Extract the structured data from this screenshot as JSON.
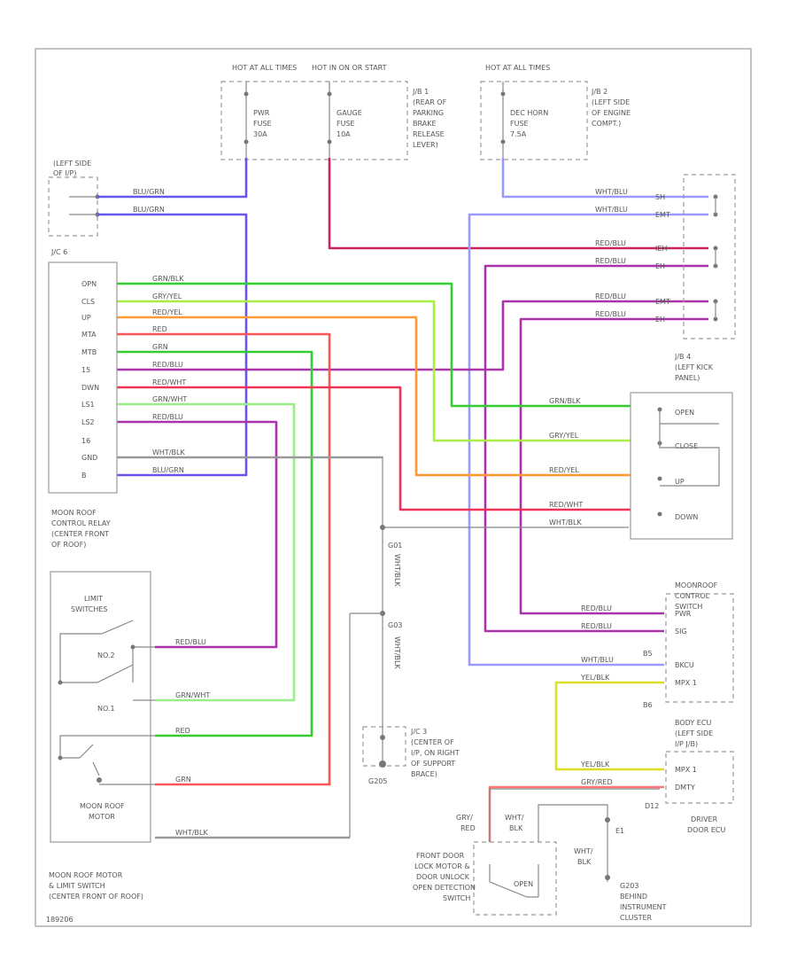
{
  "colors": {
    "blue": "#6655ee",
    "grn": "#33cc33",
    "gry_yel": "#aaee44",
    "orange": "#ff9933",
    "red": "#ff5555",
    "purple": "#aa33aa",
    "magenta": "#cc2266",
    "lightgrn": "#99ee88",
    "gray": "#999999",
    "yellow": "#dddd22",
    "wht_blu": "#9999ff",
    "pink": "#ff7777"
  },
  "top": {
    "hot_at_all_times_1": "HOT AT ALL TIMES",
    "hot_in_on": "HOT IN ON OR START",
    "pwr_fuse": [
      "PWR",
      "FUSE",
      "30A"
    ],
    "gauge_fuse": [
      "GAUGE",
      "FUSE",
      "10A"
    ],
    "jb1": [
      "J/B 1",
      "(REAR OF",
      "PARKING",
      "BRAKE",
      "RELEASE",
      "LEVER)"
    ],
    "hot_at_all_times_2": "HOT AT ALL TIMES",
    "dec_horn": [
      "DEC HORN",
      "FUSE",
      "7.5A"
    ],
    "jb2": [
      "J/B 2",
      "(LEFT SIDE",
      "OF ENGINE",
      "COMPT.)"
    ]
  },
  "left_side": [
    "(LEFT SIDE",
    "OF I/P)"
  ],
  "jc6": {
    "title": "J/C 6",
    "pins": [
      "OPN",
      "CLS",
      "UP",
      "MTA",
      "MTB",
      "15",
      "DWN",
      "LS1",
      "LS2",
      "16",
      "GND",
      "B"
    ],
    "wires": [
      "GRN/BLK",
      "GRY/YEL",
      "RED/YEL",
      "RED",
      "GRN",
      "RED/BLU",
      "RED/WHT",
      "GRN/WHT",
      "RED/BLU",
      "",
      "WHT/BLK",
      "BLU/GRN"
    ],
    "caption": [
      "MOON ROOF",
      "CONTROL RELAY",
      "(CENTER FRONT",
      "OF ROOF)"
    ]
  },
  "upper_wires": [
    "BLU/GRN",
    "BLU/GRN"
  ],
  "right_wires": [
    "WHT/BLU",
    "WHT/BLU",
    "RED/BLU",
    "RED/BLU",
    "RED/BLU",
    "RED/BLU"
  ],
  "right_pins": [
    "SH",
    "EMT",
    "IEH",
    "EH",
    "EMT",
    "EH"
  ],
  "jb4": {
    "title": [
      "J/B 4",
      "(LEFT KICK",
      "PANEL)"
    ],
    "wires": [
      "GRN/BLK",
      "GRY/YEL",
      "RED/YEL",
      "RED/WHT",
      "WHT/BLK"
    ],
    "switches": [
      "OPEN",
      "CLOSE",
      "UP",
      "DOWN"
    ]
  },
  "ground_left": {
    "g1": "G01",
    "g2": "G03",
    "w1": "WHT/BLK",
    "w2": "WHT/BLK"
  },
  "moonroof_switch": {
    "title": [
      "MOONROOF",
      "CONTROL",
      "SWITCH"
    ],
    "pins": [
      "PWR",
      "SIG",
      "BKCU",
      "MPX 1"
    ],
    "wires": [
      "RED/BLU",
      "RED/BLU",
      "WHT/BLU",
      "YEL/BLK"
    ],
    "codes": [
      "B5",
      "B6"
    ]
  },
  "body_ecu": {
    "title": [
      "BODY ECU",
      "(LEFT SIDE",
      "I/P J/B)"
    ],
    "pins": [
      "MPX 1",
      "DMTY"
    ],
    "wires": [
      "YEL/BLK",
      "GRY/RED"
    ],
    "code": "D12",
    "caption": [
      "DRIVER",
      "DOOR ECU"
    ]
  },
  "limit": {
    "title": [
      "LIMIT",
      "SWITCHES"
    ],
    "no2": "NO.2",
    "no1": "NO.1",
    "wires": [
      "RED/BLU",
      "GRN/WHT",
      "RED",
      "GRN",
      "WHT/BLK"
    ],
    "motor": [
      "MOON ROOF",
      "MOTOR"
    ],
    "caption": [
      "MOON ROOF MOTOR",
      "& LIMIT SWITCH",
      "(CENTER FRONT OF ROOF)"
    ]
  },
  "jc3": [
    "J/C 3",
    "(CENTER OF",
    "I/P, ON RIGHT",
    "OF SUPPORT",
    "BRACE)"
  ],
  "g205": "G205",
  "bottom": {
    "gry_red": [
      "GRY/",
      "RED"
    ],
    "wht_blk": [
      "WHT/",
      "BLK"
    ],
    "wht_blk2": [
      "WHT/",
      "BLK"
    ],
    "e1": "E1",
    "switch_label": [
      "FRONT DOOR",
      "LOCK MOTOR &",
      "DOOR UNLOCK",
      "OPEN DETECTION",
      "SWITCH"
    ],
    "open": "OPEN",
    "g203": [
      "G203",
      "BEHIND",
      "INSTRUMENT",
      "CLUSTER"
    ]
  },
  "ref": "189206"
}
